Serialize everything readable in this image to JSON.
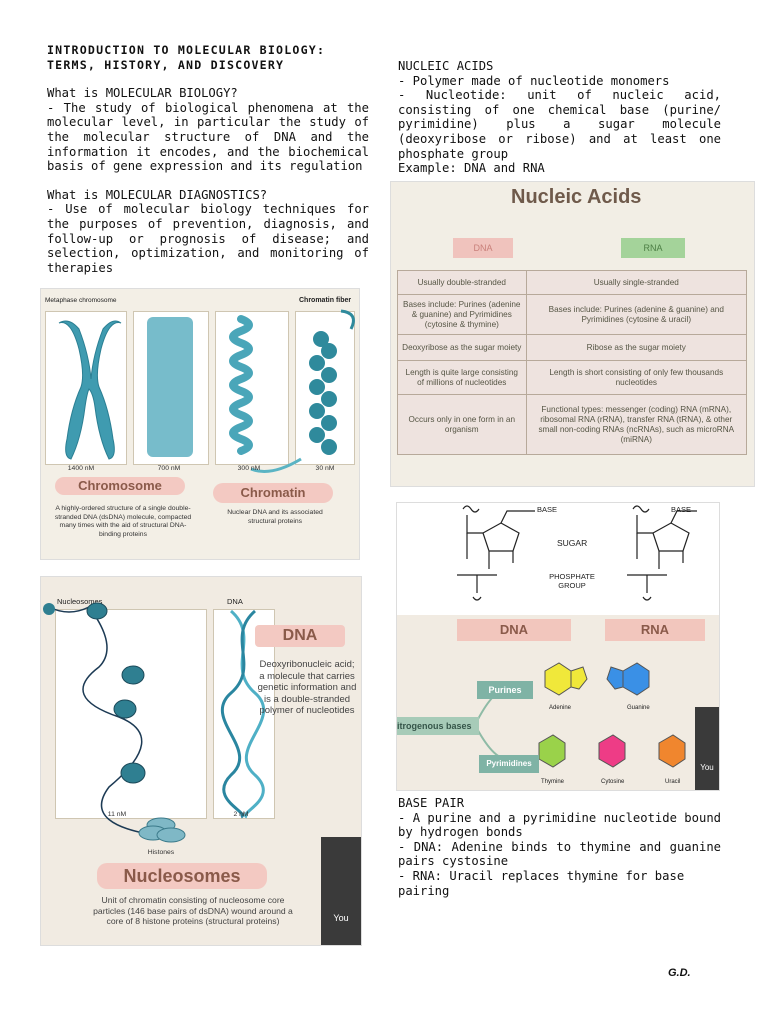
{
  "left_text": {
    "title_line1": "INTRODUCTION TO MOLECULAR BIOLOGY:",
    "title_line2": "TERMS, HISTORY, AND DISCOVERY",
    "q1": "What is MOLECULAR BIOLOGY?",
    "a1": "- The study of biological phenomena at the molecular level, in particular the study of the molecular structure of DNA and the information it encodes, and the biochemical basis of gene expression and its regulation",
    "q2": "What is MOLECULAR DIAGNOSTICS?",
    "a2": "- Use of molecular biology techniques for the purposes of prevention, diagnosis, and follow-up or prognosis of disease; and selection, optimization, and monitoring of therapies"
  },
  "right_text": {
    "heading": "NUCLEIC ACIDS",
    "b1": "- Polymer made of nucleotide monomers",
    "b2": "- Nucleotide: unit of nucleic acid, consisting of one chemical base (purine/ pyrimidine) plus a sugar molecule (deoxyribose or ribose) and at least one phosphate group",
    "b3": "Example: DNA and RNA"
  },
  "base_pair": {
    "heading": "BASE PAIR",
    "b1": "- A purine and a pyrimidine nucleotide bound by hydrogen bonds",
    "b2": "- DNA: Adenine binds to thymine and guanine pairs cystosine",
    "b3": "- RNA: Uracil replaces thymine for base pairing"
  },
  "chromosome_panel": {
    "label_metaphase": "Metaphase chromosome",
    "label_fiber": "Chromatin fiber",
    "scale1": "1400 nM",
    "scale2": "700 nM",
    "scale3": "300 nM",
    "scale4": "30 nM",
    "chromosome_title": "Chromosome",
    "chromatin_title": "Chromatin",
    "chromosome_desc": "A highly-ordered structure of a single double-stranded DNA (dsDNA) molecule, compacted many times with the aid of structural DNA-binding proteins",
    "chromatin_desc": "Nuclear DNA and its associated structural proteins"
  },
  "nucleic_panel": {
    "title": "Nucleic Acids",
    "col1": "DNA",
    "col2": "RNA",
    "rows": [
      [
        "Usually double-stranded",
        "Usually single-stranded"
      ],
      [
        "Bases include: Purines (adenine & guanine) and Pyrimidines (cytosine & thymine)",
        "Bases include: Purines (adenine & guanine) and Pyrimidines (cytosine & uracil)"
      ],
      [
        "Deoxyribose as the sugar moiety",
        "Ribose as the sugar moiety"
      ],
      [
        "Length is quite large consisting of millions of nucleotides",
        "Length is short consisting of only few thousands nucleotides"
      ],
      [
        "Occurs only in one form in an organism",
        "Functional types: messenger (coding) RNA (mRNA), ribosomal RNA (rRNA), transfer RNA (tRNA), & other small non-coding RNAs (ncRNAs), such as microRNA (miRNA)"
      ]
    ]
  },
  "nucleosome_panel": {
    "label_nucleosomes": "Nucleosomes",
    "label_dna": "DNA",
    "scale1": "11 nM",
    "scale2": "2 nM",
    "histones": "Histones",
    "dna_title": "DNA",
    "dna_desc": "Deoxyribonucleic acid; a molecule that carries genetic information and is a double-stranded polymer of nucleotides",
    "nuc_title": "Nucleosomes",
    "nuc_desc": "Unit of chromatin consisting of nucleosome core particles (146 base pairs of dsDNA) wound around a core of 8 histone proteins (structural proteins)",
    "you_label": "You"
  },
  "structure_panel": {
    "base1": "BASE",
    "base2": "BASE",
    "sugar": "SUGAR",
    "phosphate": "PHOSPHATE GROUP",
    "dna_tag": "DNA",
    "rna_tag": "RNA",
    "purines": "Purines",
    "nitro": "itrogenous bases",
    "pyrimidines": "Pyrimidines",
    "adenine": "Adenine",
    "guanine": "Guanine",
    "thymine": "Thymine",
    "cytosine": "Cytosine",
    "uracil": "Uracil",
    "you_label": "You"
  },
  "footer": "G.D."
}
